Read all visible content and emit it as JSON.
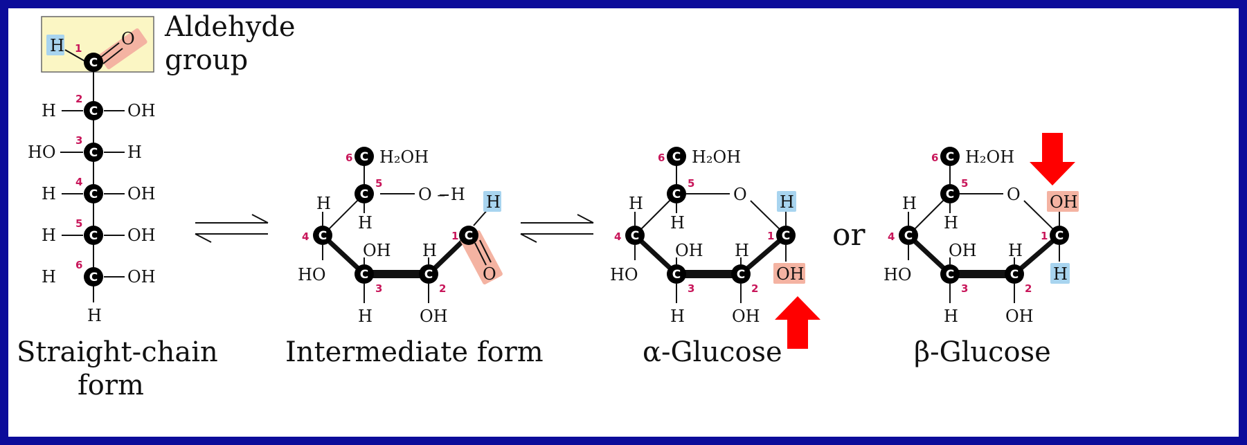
{
  "labels": {
    "aldehyde_group": [
      "Aldehyde",
      "group"
    ],
    "straight_chain": [
      "Straight-chain",
      "form"
    ],
    "intermediate": "Intermediate form",
    "alpha": "α-Glucose",
    "beta": "β-Glucose",
    "or": "or"
  },
  "atoms": {
    "carbon": "C",
    "hydrogen": "H",
    "oxygen": "O",
    "hydroxyl_right": "OH",
    "hydroxyl_left": "HO",
    "ch2oh": "H₂OH",
    "oh_ring": "O – H"
  },
  "carbon_numbers": [
    "1",
    "2",
    "3",
    "4",
    "5",
    "6"
  ],
  "colors": {
    "border": "#0c0c9a",
    "aldehyde_box": "#fbf6c4",
    "highlight_red": "#f4b3a2",
    "highlight_blue": "#a8d4ef",
    "carbon_number": "#c8165a",
    "arrow": "#ff0000"
  },
  "icons": [
    "equilibrium-arrow-icon",
    "red-arrow-up-icon",
    "red-arrow-down-icon"
  ]
}
